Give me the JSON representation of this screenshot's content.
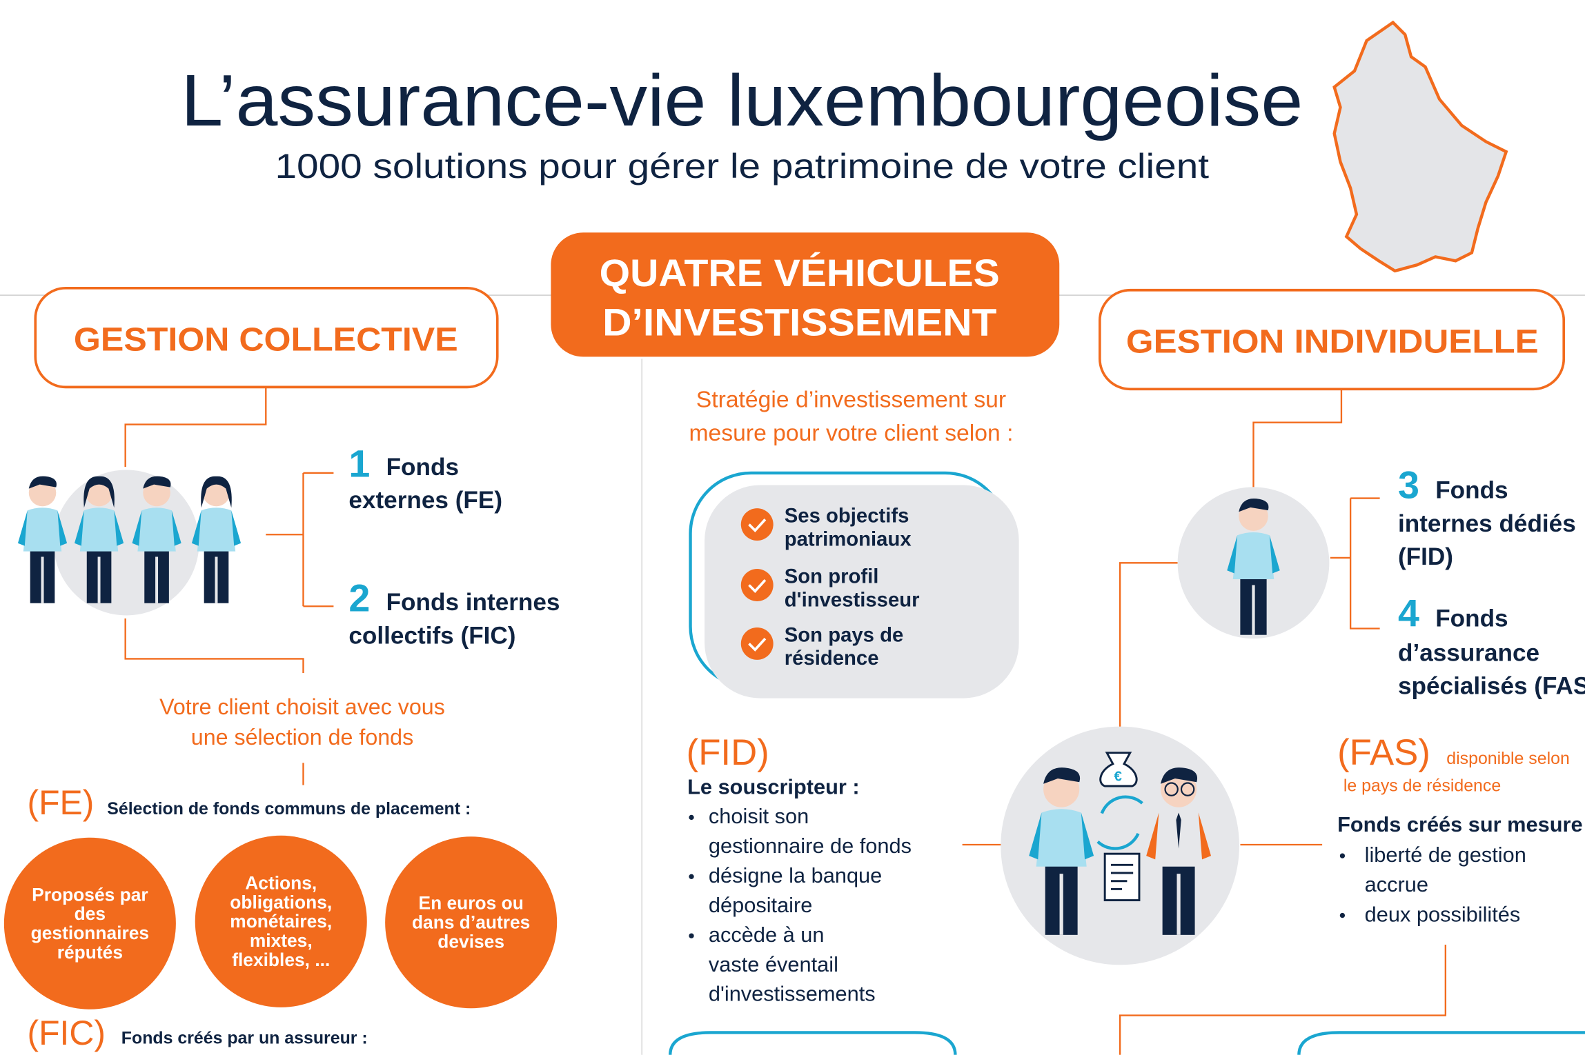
{
  "colors": {
    "orange": "#f26b1d",
    "navy": "#0f2341",
    "cyan": "#1aa6d0",
    "grey": "#e6e7ea"
  },
  "header": {
    "title": "L’assurance-vie luxembourgeoise",
    "subtitle": "1000 solutions pour gérer le patrimoine de votre client",
    "map_icon": "luxembourg-map"
  },
  "center_box": {
    "line1": "QUATRE VÉHICULES",
    "line2": "D’INVESTISSEMENT"
  },
  "left": {
    "title": "GESTION COLLECTIVE",
    "item1": {
      "num": "1",
      "line1": "Fonds",
      "line2": "externes (FE)"
    },
    "item2": {
      "num": "2",
      "line1": "Fonds internes",
      "line2": "collectifs (FIC)"
    },
    "choice": [
      "Votre client choisit avec vous",
      "une sélection de fonds"
    ],
    "fe_label": "(FE)",
    "fe_text": "Sélection de fonds communs de placement :",
    "bubbles": [
      [
        "Proposés par",
        "des",
        "gestionnaires",
        "réputés"
      ],
      [
        "Actions,",
        "obligations,",
        "monétaires,",
        "mixtes,",
        "flexibles, ..."
      ],
      [
        "En euros ou",
        "dans d’autres",
        "devises"
      ]
    ],
    "fic_label": "(FIC)",
    "fic_text": "Fonds créés par un assureur :"
  },
  "center": {
    "strategy": [
      "Stratégie d’investissement sur",
      "mesure pour votre client selon :"
    ],
    "criteria": [
      [
        "Ses objectifs",
        "patrimoniaux"
      ],
      [
        "Son profil",
        "d'investisseur"
      ],
      [
        "Son pays de",
        "résidence"
      ]
    ],
    "fid_label": "(FID)",
    "fid_heading": "Le souscripteur :",
    "fid_lines": [
      "choisit son",
      "gestionnaire de fonds",
      "désigne la banque",
      "dépositaire",
      "accède à un",
      "vaste éventail",
      "d'investissements"
    ]
  },
  "right": {
    "title": "GESTION INDIVIDUELLE",
    "item3": {
      "num": "3",
      "line1": "Fonds",
      "line2": "internes dédiés",
      "line3": "(FID)"
    },
    "item4": {
      "num": "4",
      "line1": "Fonds",
      "line2": "d’assurance",
      "line3": "spécialisés (FAS)"
    },
    "fas_label": "(FAS)",
    "fas_note1": "disponible selon",
    "fas_note2": "le pays de résidence",
    "fas_heading": "Fonds créés sur mesure",
    "fas_lines": [
      "liberté de gestion",
      "accrue",
      "deux possibilités"
    ]
  }
}
